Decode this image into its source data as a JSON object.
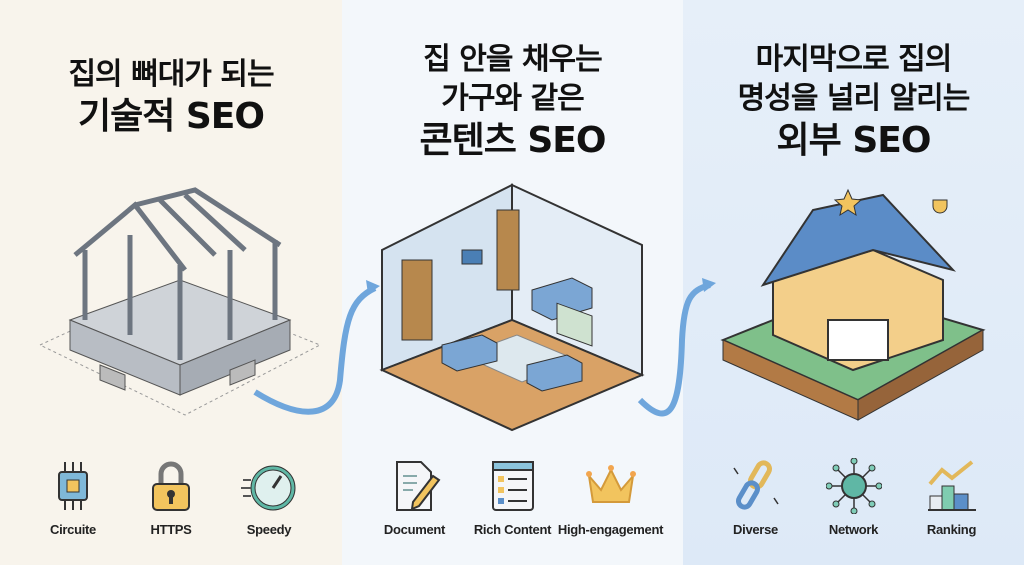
{
  "panels": [
    {
      "title_lines": [
        "집의 뼈대가 되는",
        "기술적 SEO"
      ],
      "icons": [
        {
          "name": "circuit-icon",
          "label": "Circuite"
        },
        {
          "name": "lock-icon",
          "label": "HTTPS"
        },
        {
          "name": "speedometer-icon",
          "label": "Speedy"
        }
      ]
    },
    {
      "title_lines": [
        "집 안을 채우는",
        "가구와 같은",
        "콘텐츠 SEO"
      ],
      "icons": [
        {
          "name": "document-icon",
          "label": "Document"
        },
        {
          "name": "rich-content-icon",
          "label": "Rich Content"
        },
        {
          "name": "crown-icon",
          "label": "High-engagement"
        }
      ]
    },
    {
      "title_lines": [
        "마지막으로 집의",
        "명성을 널리 알리는",
        "외부 SEO"
      ],
      "icons": [
        {
          "name": "link-icon",
          "label": "Diverse"
        },
        {
          "name": "network-icon",
          "label": "Network"
        },
        {
          "name": "ranking-icon",
          "label": "Ranking"
        }
      ]
    }
  ],
  "colors": {
    "panel1": "#f8f4ec",
    "panel2": "#f3f7fb",
    "panel3": "#e3edf8",
    "arrow": "#6fa6dc"
  }
}
